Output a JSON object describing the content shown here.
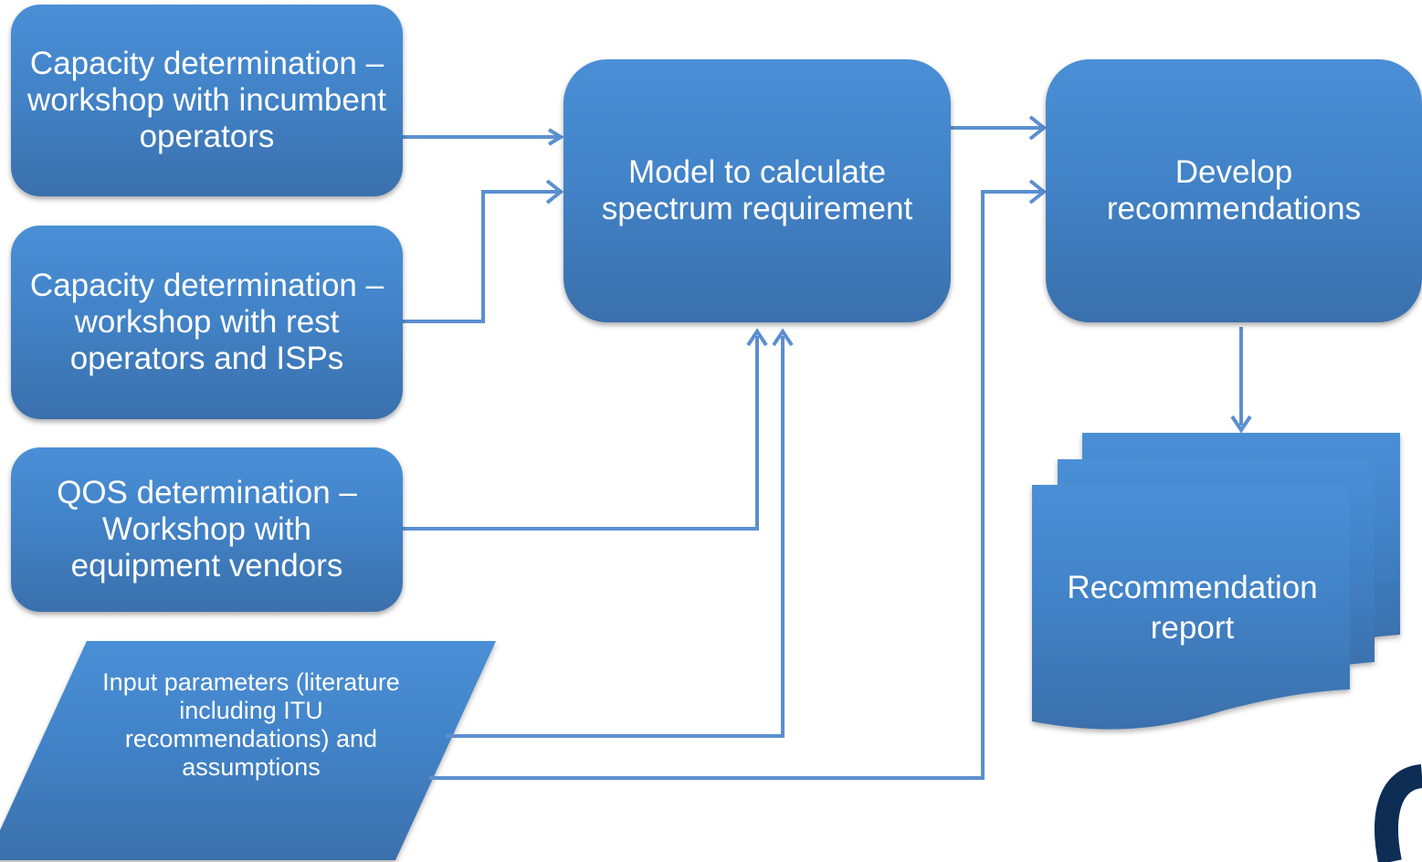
{
  "nodes": {
    "capacity_incumbent": "Capacity determination – workshop with incumbent operators",
    "capacity_rest": "Capacity determination – workshop with rest operators and ISPs",
    "qos": "QOS determination – Workshop with equipment vendors",
    "input_params": "Input parameters (literature including ITU recommendations) and assumptions",
    "model": "Model to calculate spectrum requirement",
    "develop": "Develop recommendations",
    "report": "Recommendation report"
  },
  "colors": {
    "box_top": "#4a8fd6",
    "box_bottom": "#3a70ac",
    "connector": "#5b8fcf",
    "logo": "#0d2d55"
  },
  "icons": {
    "logo": "corner-logo-icon"
  }
}
